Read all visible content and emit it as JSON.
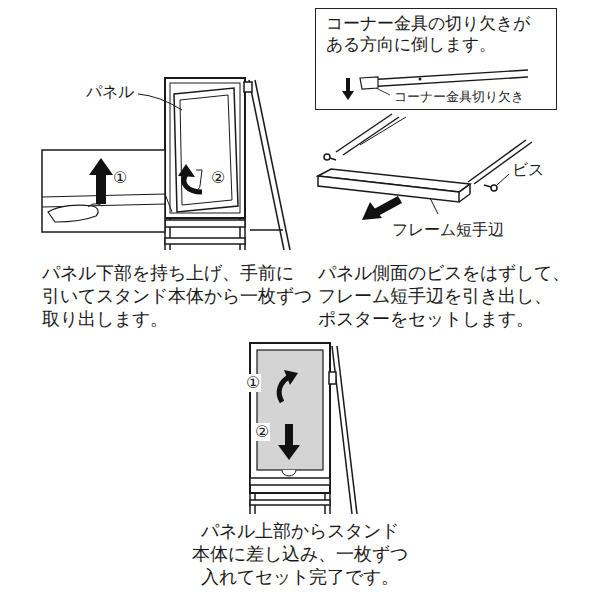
{
  "diagram": {
    "nodes": [
      {
        "text": [
          "コーナー金具の切り欠きが ある方向に倒します。",
          "コーナー金具切り欠き"
        ]
      }
    ],
    "labels": [
      "パネル",
      "①",
      "②",
      "ビス",
      "フレーム短手辺",
      "パネル下部を持ち上げ、手前に 引いてスタンド本体から一枚ずつ 取り出します。",
      "パネル側面のビスをはずして、 フレーム短手辺を引き出し、 ポスターをセットします。",
      "①",
      "②",
      "パネル上部からスタンド 本体に差し込み、一枚ずつ 入れてセット完了です。"
    ]
  }
}
